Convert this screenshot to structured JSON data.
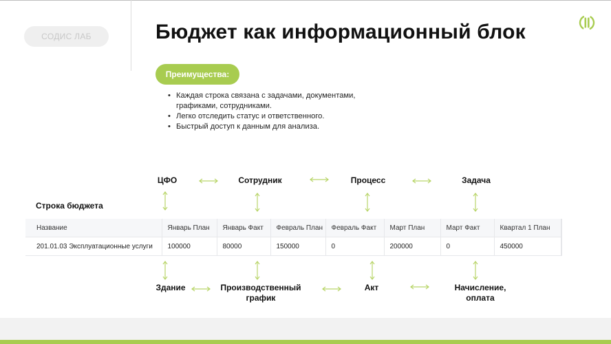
{
  "header": {
    "brand": "СОДИС ЛАБ",
    "title": "Бюджет как информационный блок"
  },
  "advantages": {
    "label": "Преимущества:",
    "items": [
      "Каждая строка связана с задачами, документами, графиками, сотрудниками.",
      "Легко отследить статус и ответственного.",
      "Быстрый доступ к данным для анализа."
    ]
  },
  "diagram": {
    "top_labels": [
      "ЦФО",
      "Сотрудник",
      "Процесс",
      "Задача"
    ],
    "bottom_labels": [
      "Здание",
      "Производственный график",
      "Акт",
      "Начисление, оплата"
    ],
    "row_title": "Строка бюджета"
  },
  "table": {
    "columns": [
      "Название",
      "Январь План",
      "Январь Факт",
      "Февраль План",
      "Февраль Факт",
      "Март План",
      "Март Факт",
      "Квартал 1 План"
    ],
    "rows": [
      [
        "201.01.03 Эксплуатационные услуги",
        "100000",
        "80000",
        "150000",
        "0",
        "200000",
        "0",
        "450000"
      ]
    ]
  },
  "colors": {
    "accent": "#a8cc50",
    "arrow": "#b9d56a"
  },
  "icons": {
    "logo": "company-logo-icon",
    "horizontal_arrow": "double-arrow-horizontal-icon",
    "vertical_arrow": "double-arrow-vertical-icon"
  }
}
